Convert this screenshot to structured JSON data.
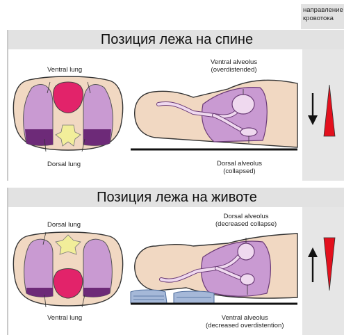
{
  "flow_header": {
    "line1": "направление",
    "line2": "кровотока"
  },
  "supine": {
    "title": "Позиция лежа на спине",
    "cross_section": {
      "top_label": "Ventral lung",
      "bottom_label": "Dorsal lung"
    },
    "sagittal": {
      "top_label_1": "Ventral alveolus",
      "top_label_2": "(overdistended)",
      "bottom_label_1": "Dorsal alveolus",
      "bottom_label_2": "(collapsed)"
    },
    "flow_arrow": "down"
  },
  "prone": {
    "title": "Позиция лежа на животе",
    "cross_section": {
      "top_label": "Dorsal lung",
      "bottom_label": "Ventral lung"
    },
    "sagittal": {
      "top_label_1": "Dorsal alveolus",
      "top_label_2": "(decreased collapse)",
      "bottom_label_1": "Ventral alveolus",
      "bottom_label_2": "(decreased overdistention)"
    },
    "flow_arrow": "up"
  },
  "colors": {
    "skin": "#f1d8c2",
    "lung": "#c99ad2",
    "lung_dark": "#6d2a78",
    "heart": "#e2236a",
    "spine": "#f2ee9a",
    "flow": "#e3101d",
    "header_bg": "#e2e2e2"
  }
}
